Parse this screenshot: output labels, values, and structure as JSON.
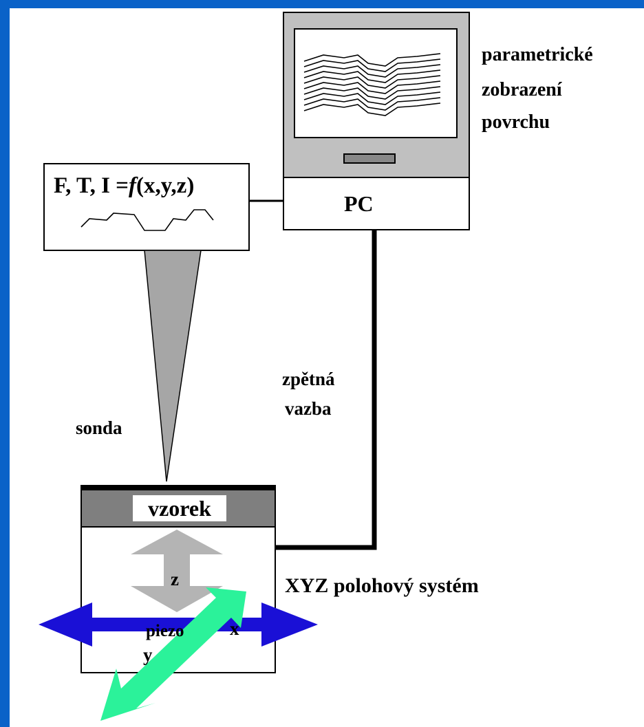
{
  "colors": {
    "frame_blue": "#0a62c8",
    "probe_gray": "#a6a6a6",
    "stage_top_gray": "#7f7f7f",
    "monitor_gray": "#c0c0c0",
    "z_arrow": "#b4b4b4",
    "x_arrow": "#1a10d6",
    "y_arrow": "#2bf29a"
  },
  "labels": {
    "surface_display": [
      "parametrické",
      "zobrazení",
      "povrchu"
    ],
    "pc": "PC",
    "equation_vars": "F, T, I =",
    "equation_func": "f",
    "equation_args": "(x,y,z)",
    "probe": "sonda",
    "feedback": [
      "zpětná",
      "vazba"
    ],
    "sample": "vzorek",
    "xyz_system": "XYZ polohový systém",
    "axis_z": "z",
    "axis_x": "x",
    "axis_y": "y",
    "piezo": "piezo"
  }
}
